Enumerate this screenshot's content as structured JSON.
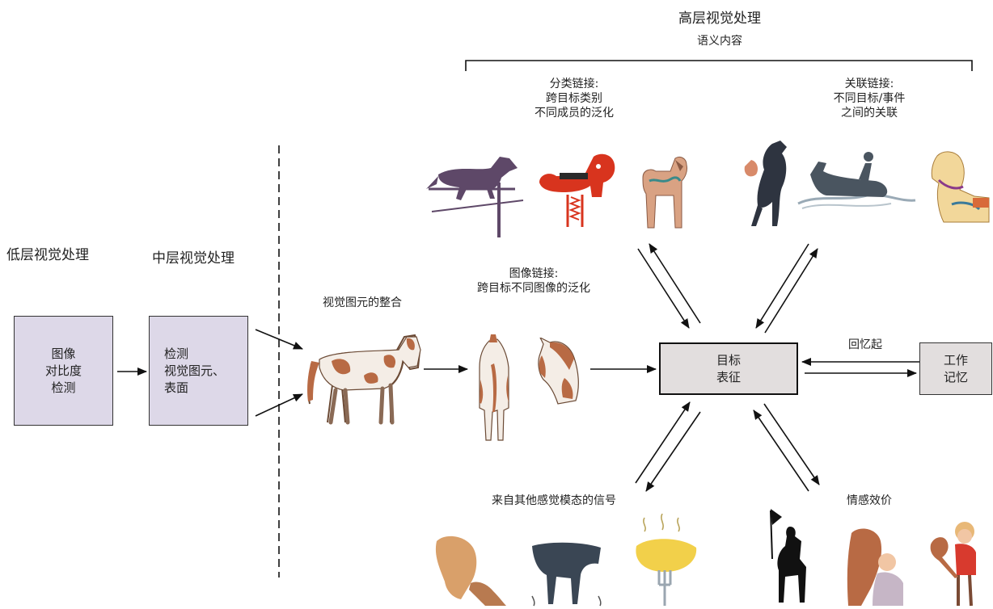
{
  "high_level": {
    "title": "高层视觉处理",
    "subtitle": "语义内容"
  },
  "categorical": {
    "line1": "分类链接:",
    "line2": "跨目标类别",
    "line3": "不同成员的泛化"
  },
  "associative": {
    "line1": "关联链接:",
    "line2": "不同目标/事件",
    "line3": "之间的关联"
  },
  "low_level": "低层视觉处理",
  "mid_level": "中层视觉处理",
  "box_low": {
    "line1": "图像",
    "line2": "对比度",
    "line3": "检测"
  },
  "box_mid": {
    "line1": "检测",
    "line2": "视觉图元、",
    "line3": "表面"
  },
  "integration": "视觉图元的整合",
  "image_link": {
    "line1": "图像链接:",
    "line2": "跨目标不同图像的泛化"
  },
  "object_box": {
    "line1": "目标",
    "line2": "表征"
  },
  "recall": "回忆起",
  "working_memory": {
    "line1": "工作",
    "line2": "记忆"
  },
  "other_senses": "来自其他感觉模态的信号",
  "valence": "情感效价",
  "colors": {
    "box_purple": "#ddd8e8",
    "box_gray": "#e2dede",
    "horse_brown": "#b86a44",
    "weathervane": "#5e4868",
    "rocking_red": "#d8341e"
  }
}
